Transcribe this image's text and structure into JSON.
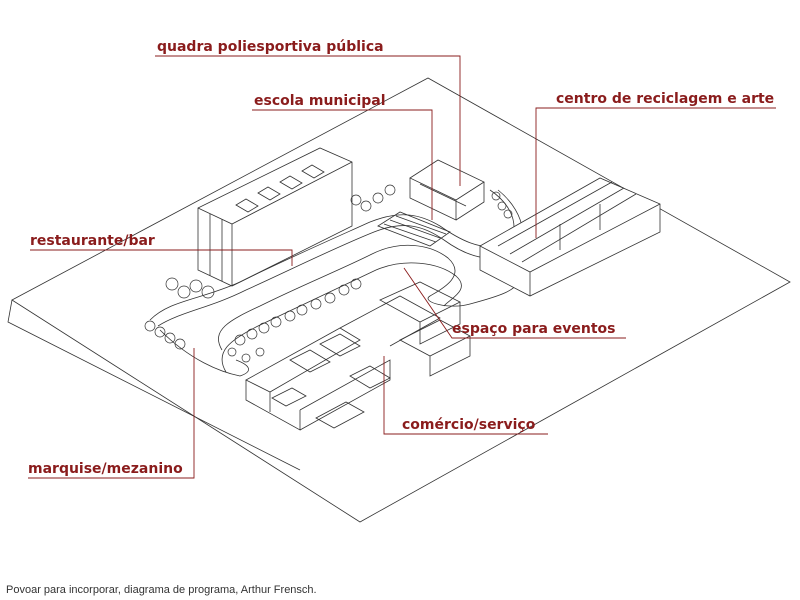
{
  "colors": {
    "label": "#8a1c1c",
    "leader": "#8a1c1c",
    "drawing": "#333333"
  },
  "labels": {
    "quadra": "quadra poliesportiva pública",
    "escola": "escola municipal",
    "centro": "centro de reciclagem e arte",
    "restaurante": "restaurante/bar",
    "eventos": "espaço para eventos",
    "comercio": "comércio/serviço",
    "marquise": "marquise/mezanino"
  },
  "caption": "Povoar para incorporar, diagrama de programa, Arthur Frensch."
}
